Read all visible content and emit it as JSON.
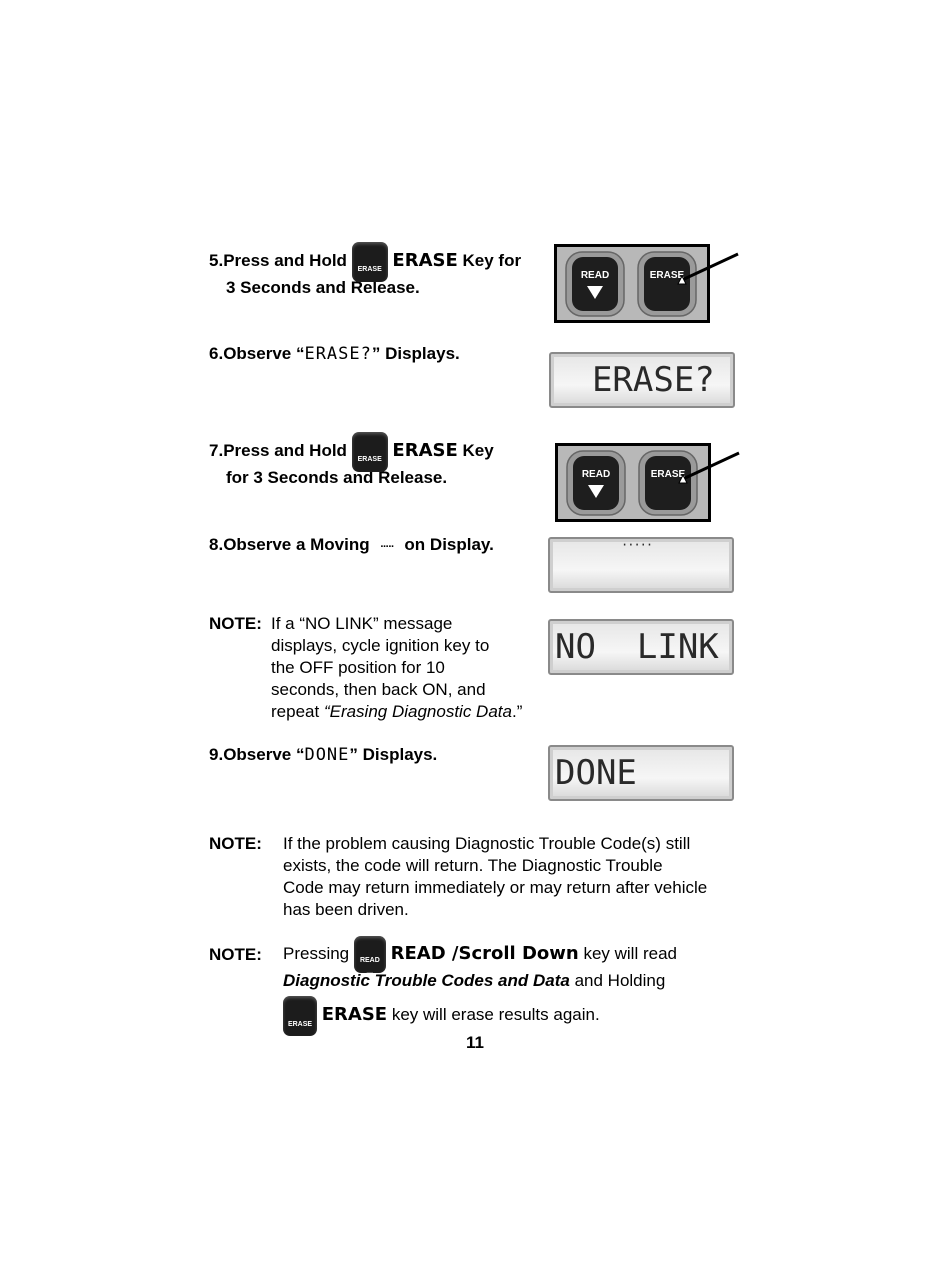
{
  "step5": {
    "num": "5.",
    "line1_pre": "Press and Hold",
    "key": "ERASE",
    "line1_post": "Key for",
    "line2": "3 Seconds and Release."
  },
  "step6": {
    "num": "6.",
    "pre": "Observe “",
    "display": "ERASE?",
    "post": "” Displays."
  },
  "step7": {
    "num": "7.",
    "line1_pre": "Press and Hold",
    "key": "ERASE",
    "line1_post": "Key",
    "line2": "for 3 Seconds and Release."
  },
  "step8": {
    "num": "8.",
    "pre": "Observe a Moving",
    "symbol": "·····",
    "post": "on Display."
  },
  "note1": {
    "label": "NOTE:",
    "line1": "If a “NO LINK” message",
    "line2": "displays, cycle ignition key to",
    "line3": "the OFF position for 10",
    "line4": "seconds, then back ON, and",
    "line5_pre": "repeat ",
    "line5_italic": "“Erasing Diagnostic Data",
    "line5_post": ".”"
  },
  "step9": {
    "num": "9.",
    "pre": "Observe “",
    "display": "DONE",
    "post": "” Displays."
  },
  "note2": {
    "label": "NOTE:",
    "line1": "If the problem causing Diagnostic Trouble Code(s) still",
    "line2": "exists, the code will return.  The Diagnostic Trouble",
    "line3": "Code may return immediately or may return after vehicle",
    "line4": "has been driven."
  },
  "note3": {
    "label": "NOTE:",
    "pressing": "Pressing",
    "read_key": "READ /Scroll Down",
    "read_post": "key will read",
    "italic": "Diagnostic Trouble Codes and Data",
    "and_holding": "and Holding",
    "erase_key": "ERASE",
    "erase_post": "key will erase results again."
  },
  "keypad": {
    "read_label": "READ",
    "erase_label": "ERASE",
    "mini_read": "READ",
    "mini_erase": "ERASE"
  },
  "displays": {
    "erase": "  ERASE?",
    "moving": "·····",
    "nolink": "NO  LINK",
    "done": "DONE"
  },
  "page_number": "11"
}
